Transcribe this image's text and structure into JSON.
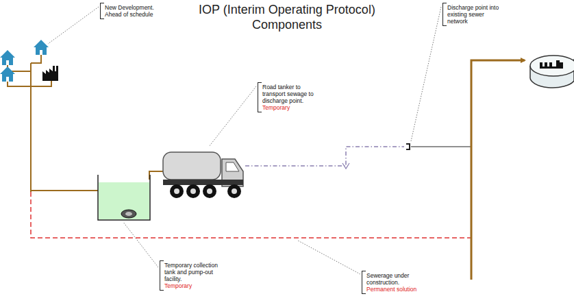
{
  "diagram": {
    "title": "IOP (Interim Operating Protocol) Components",
    "labels": [
      "New Development. Ahead of schedule",
      "Road tanker to transport sewage to discharge point.",
      "Temporary",
      "Discharge point into existing sewer network",
      "Temporary collection tank and pump-out facility.",
      "Temporary",
      "Sewerage under construction.",
      "Permanent solution"
    ]
  }
}
